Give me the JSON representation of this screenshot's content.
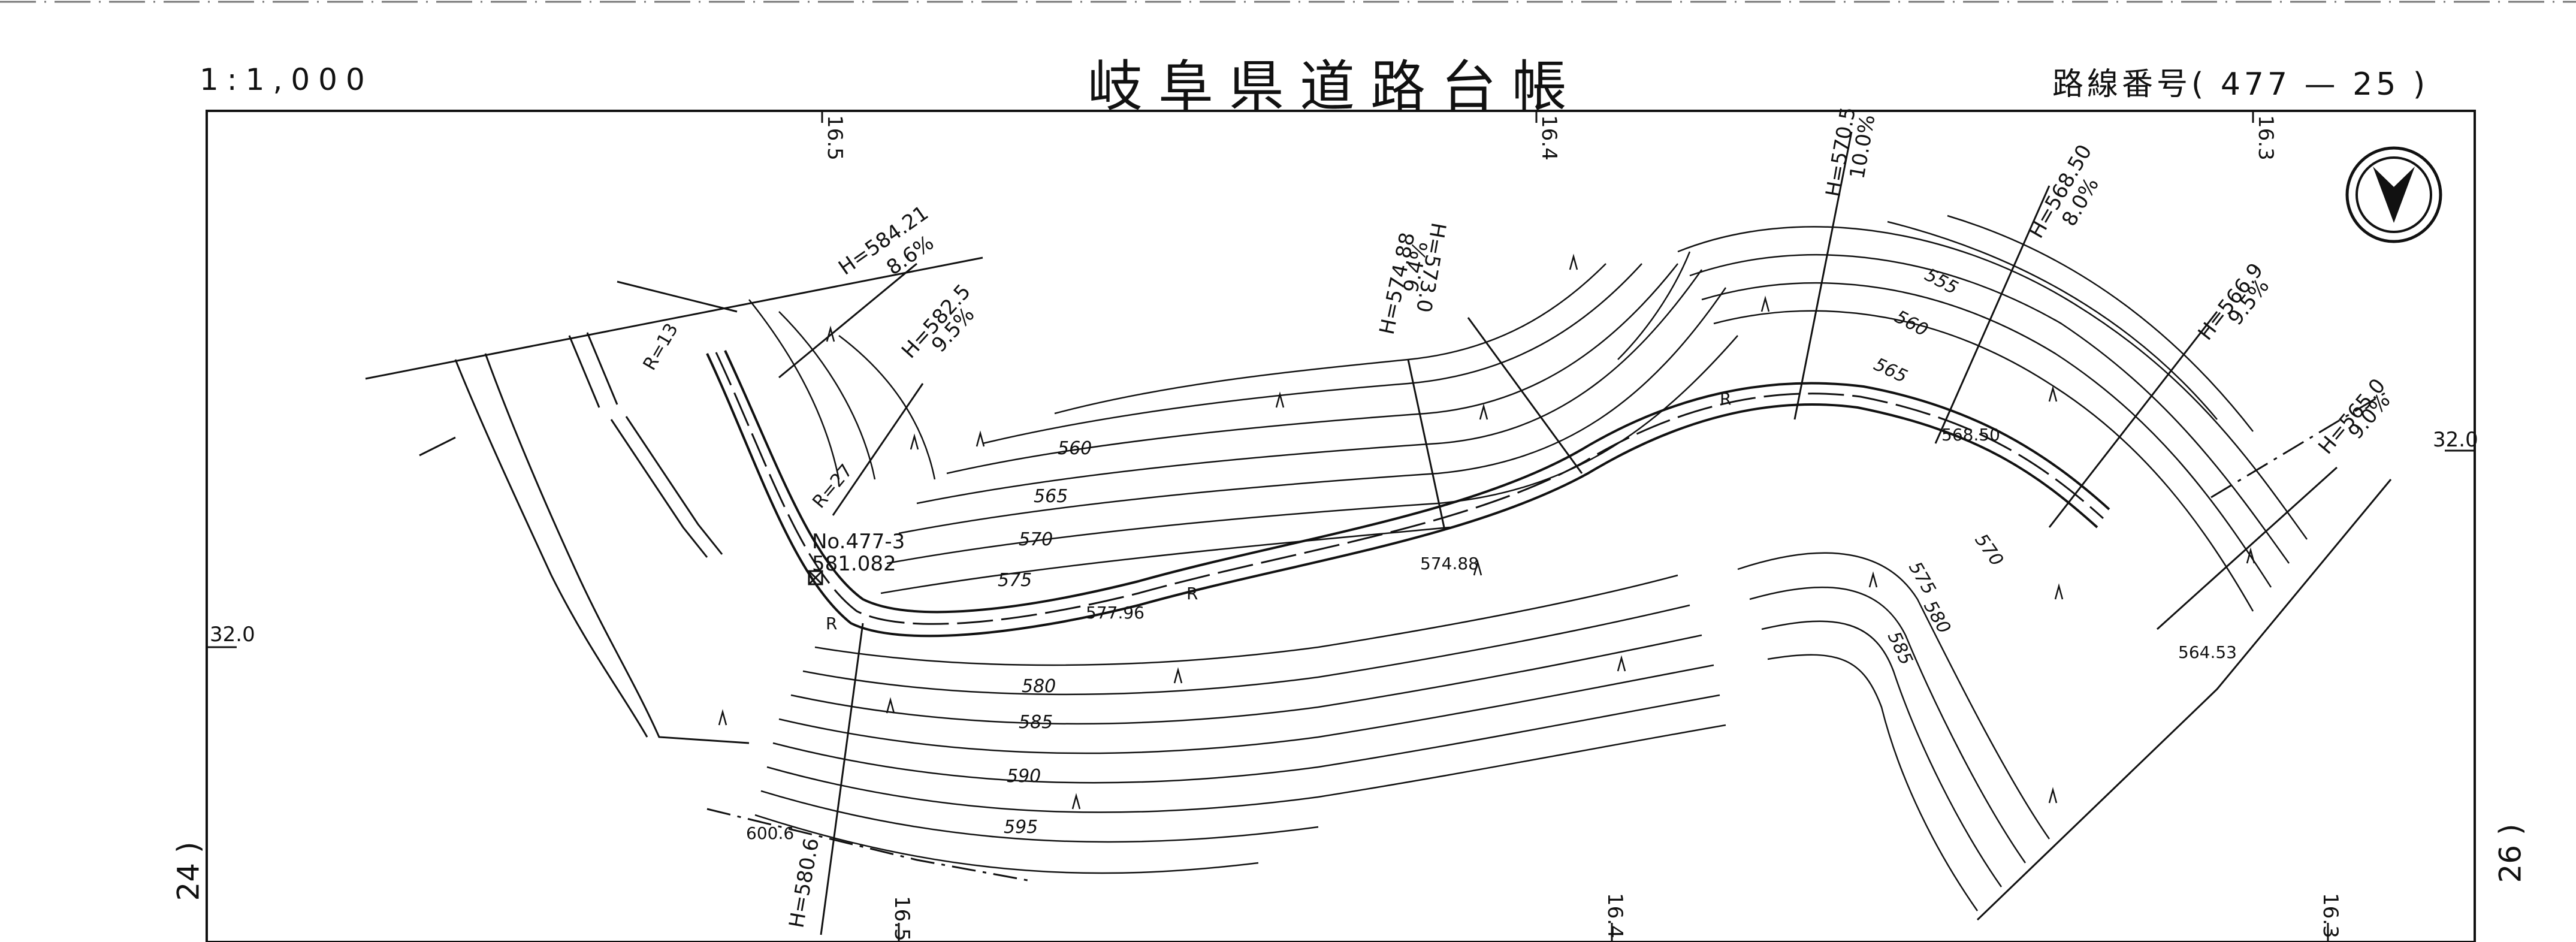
{
  "header": {
    "scale": "1:1,000",
    "title": "岐阜県道路台帳",
    "route_label": "路線番号",
    "route_number": "( 477 — 25 )"
  },
  "edges": {
    "left": "24 )",
    "right": "26 )"
  },
  "grid": {
    "top_ticks": [
      "16.5",
      "16.4",
      "16.3"
    ],
    "bottom_ticks": [
      "16.5",
      "16.4",
      "16.3"
    ],
    "left_tick": "32.0",
    "right_tick": "32.0"
  },
  "stations": [
    {
      "h": "H=584.21",
      "g": "8.6%"
    },
    {
      "h": "H=582.5",
      "g": "9.5%"
    },
    {
      "h": "H=574.88",
      "g": "9.4%"
    },
    {
      "h": "H=573.0",
      "g": ""
    },
    {
      "h": "H=570.5",
      "g": "10.0%"
    },
    {
      "h": "H=568.50",
      "g": "8.0%"
    },
    {
      "h": "H=566.9",
      "g": "9.5%"
    },
    {
      "h": "H=565.0",
      "g": "9.0%"
    },
    {
      "h": "H=580.6",
      "g": ""
    }
  ],
  "contours_upper": [
    "560",
    "565",
    "570",
    "575"
  ],
  "contours_lower": [
    "580",
    "585",
    "590",
    "595"
  ],
  "contours_right": [
    "555",
    "560",
    "565",
    "570",
    "575",
    "580",
    "585"
  ],
  "spot_heights": [
    "577.96",
    "574.88",
    "568.50",
    "564.53",
    "600.6"
  ],
  "benchmark": {
    "id": "No.477-3",
    "elev": "581.082"
  },
  "curve_labels": [
    "R=13",
    "R=27",
    "R",
    "R",
    "R"
  ],
  "symbols": {
    "north_arrow": "north-arrow-icon"
  }
}
